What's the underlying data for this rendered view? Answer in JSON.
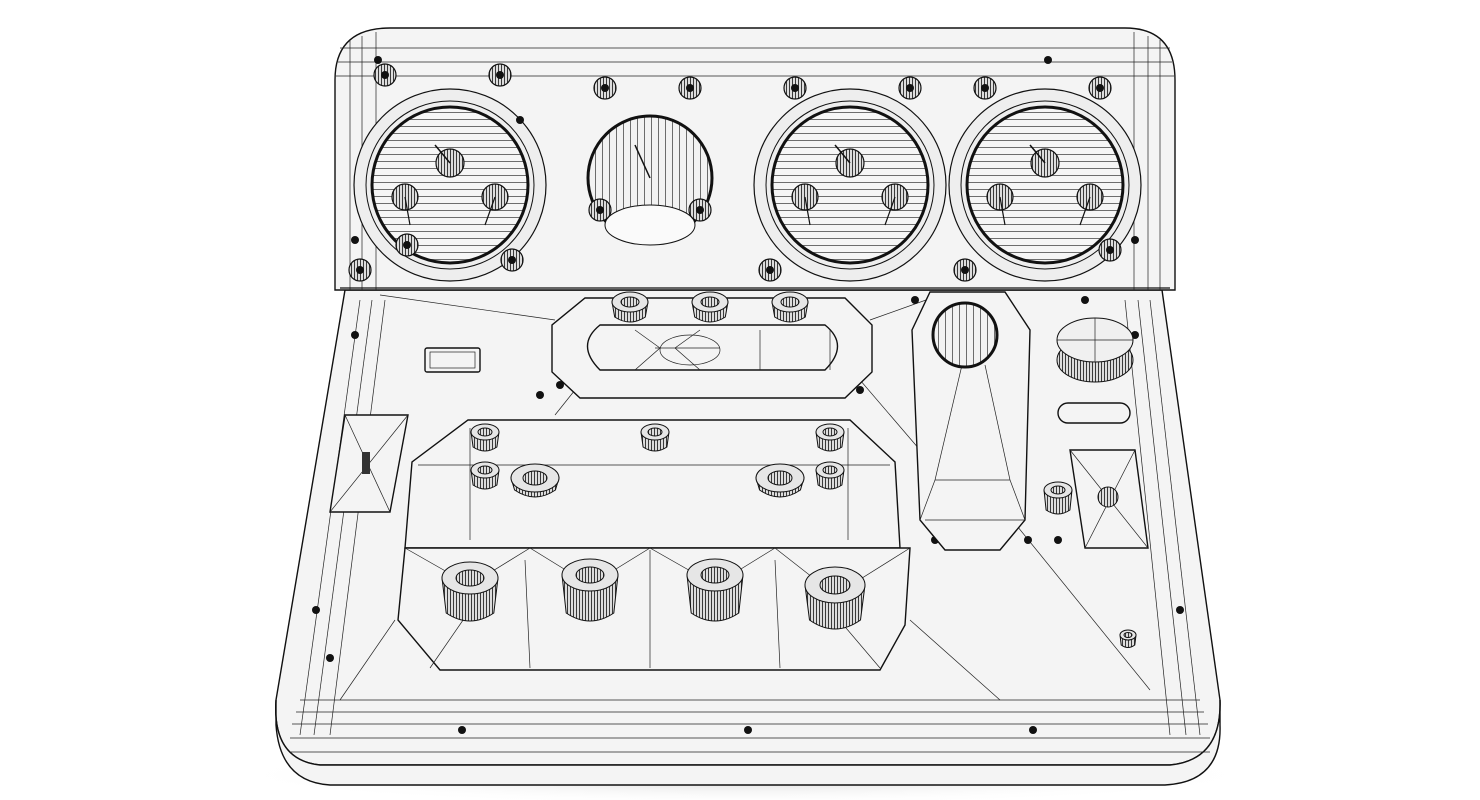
{
  "render": {
    "style": "wireframe-over-shaded",
    "colors": {
      "background": "#ffffff",
      "surface": "#f4f4f4",
      "shadow": "#d9d9d9",
      "wire": "#111111"
    }
  },
  "components": {
    "gauges": 4,
    "front_knobs": 4,
    "toggle_switches": 2
  }
}
